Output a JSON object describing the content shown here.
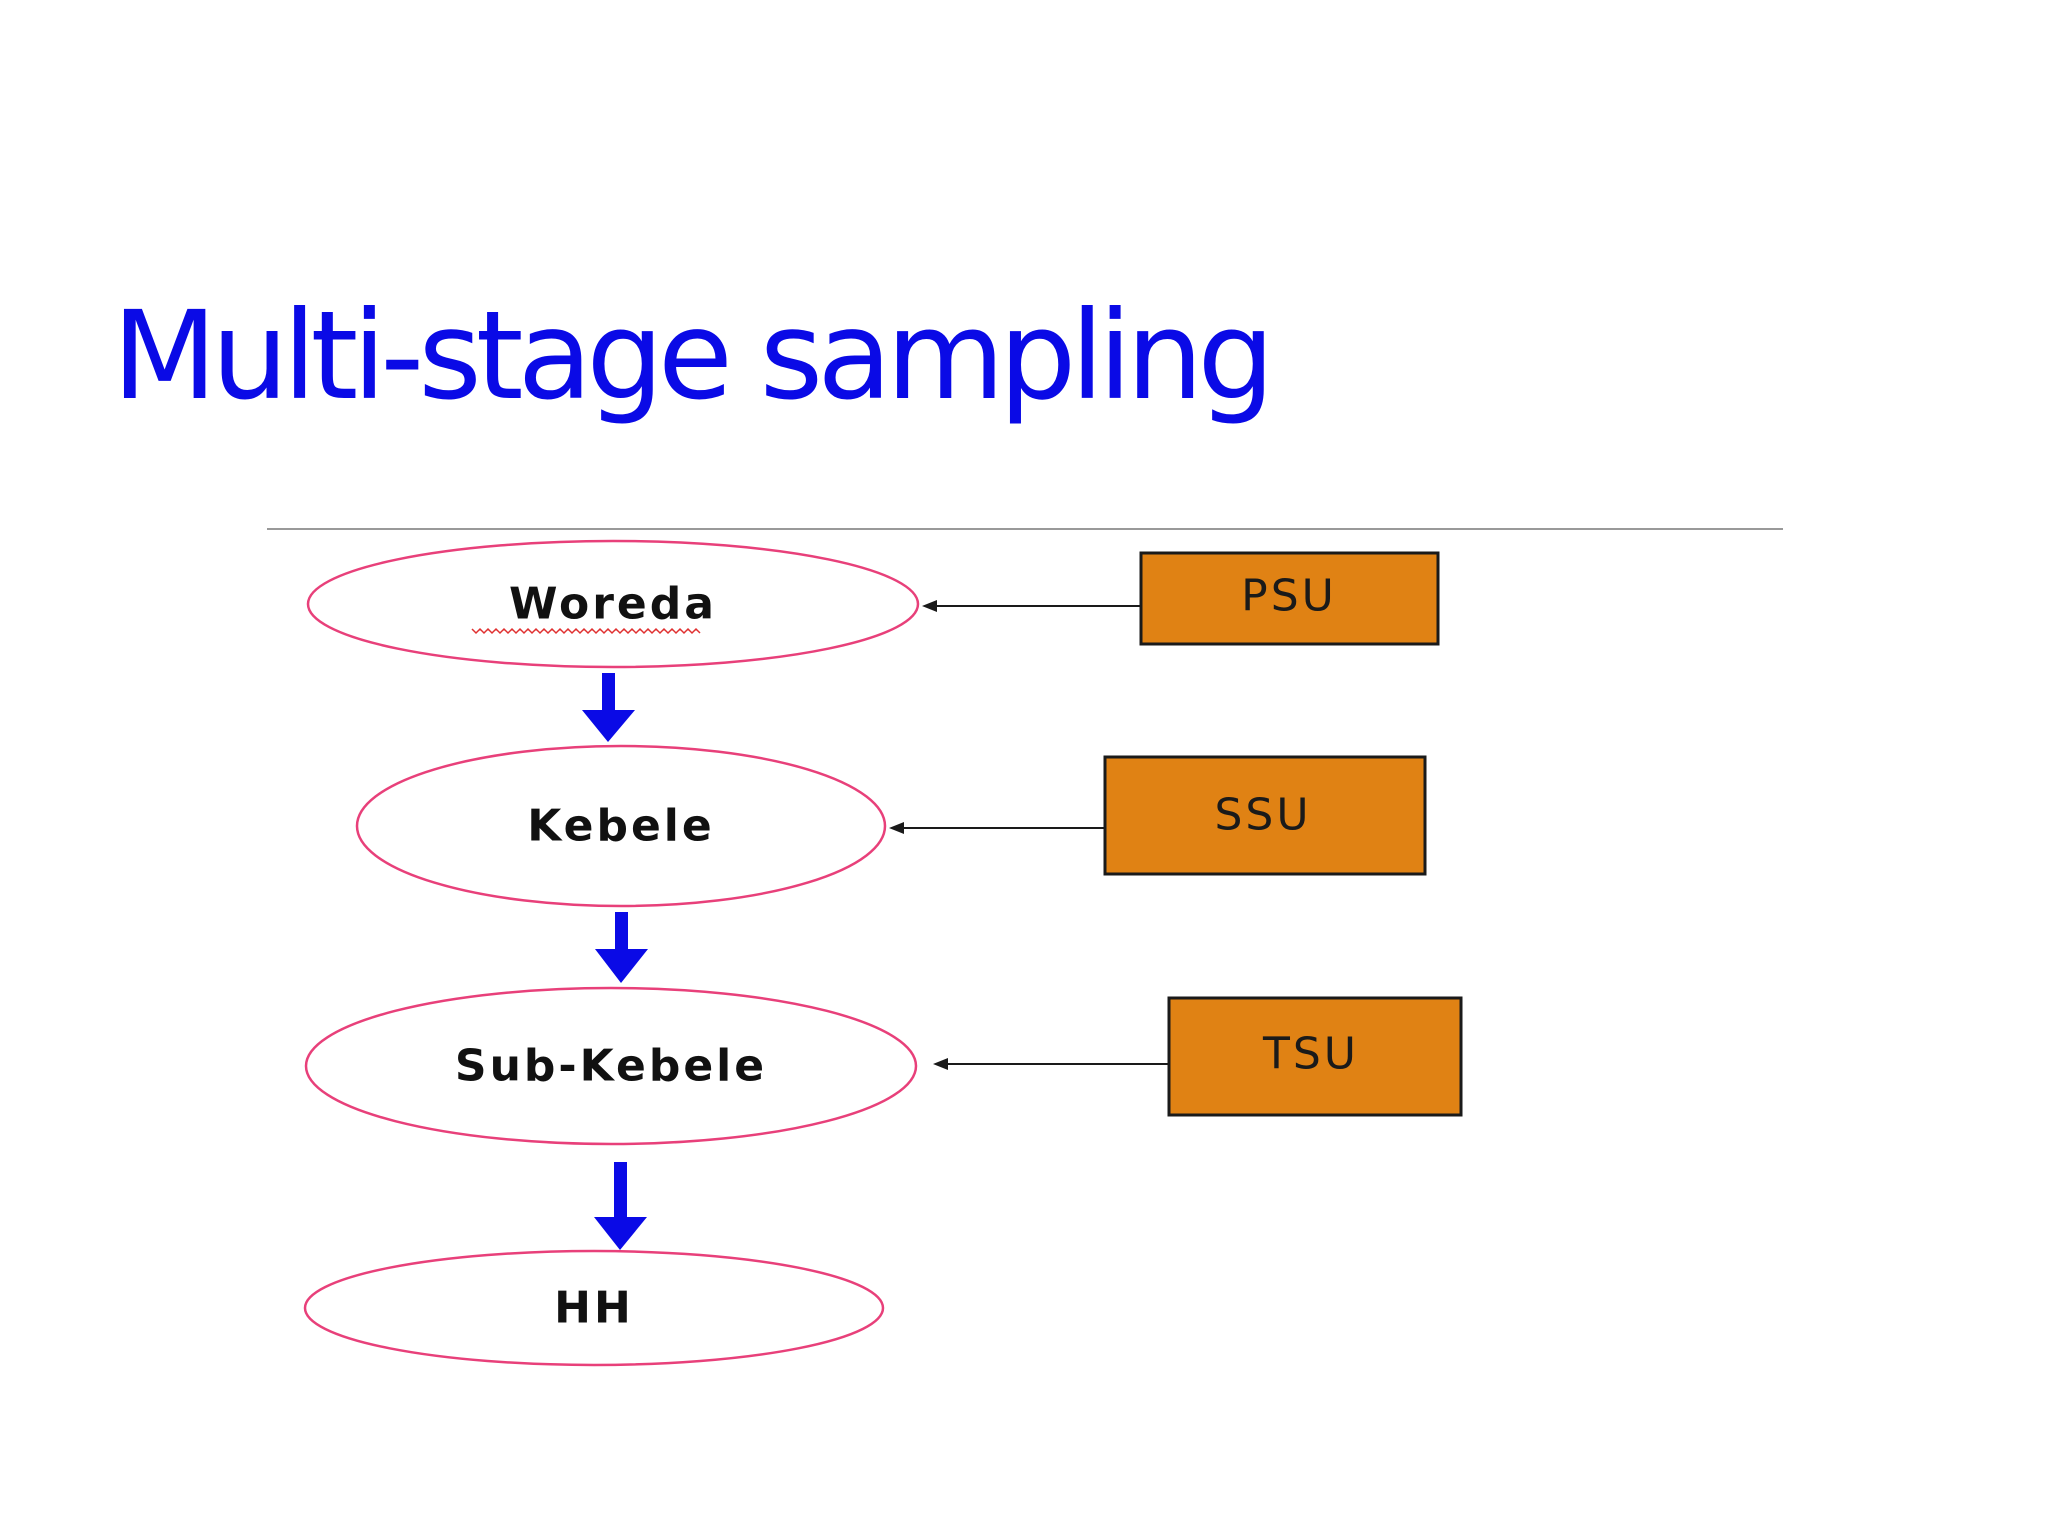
{
  "slide": {
    "title": "Multi-stage sampling"
  },
  "diagram": {
    "stages": [
      {
        "id": "woreda",
        "label": "Woreda"
      },
      {
        "id": "kebele",
        "label": "Kebele"
      },
      {
        "id": "sub-kebele",
        "label": "Sub-Kebele"
      },
      {
        "id": "hh",
        "label": "HH"
      }
    ],
    "units": [
      {
        "id": "psu",
        "label": "PSU",
        "points_to": "woreda"
      },
      {
        "id": "ssu",
        "label": "SSU",
        "points_to": "kebele"
      },
      {
        "id": "tsu",
        "label": "TSU",
        "points_to": "sub-kebele"
      }
    ],
    "colors": {
      "title": "#0a0ae6",
      "ellipse_stroke": "#e8407a",
      "down_arrow": "#0a0ae6",
      "unit_box_fill": "#e08214",
      "unit_box_stroke": "#1a1a1a",
      "connector": "#1a1a1a",
      "divider": "#999999"
    }
  }
}
